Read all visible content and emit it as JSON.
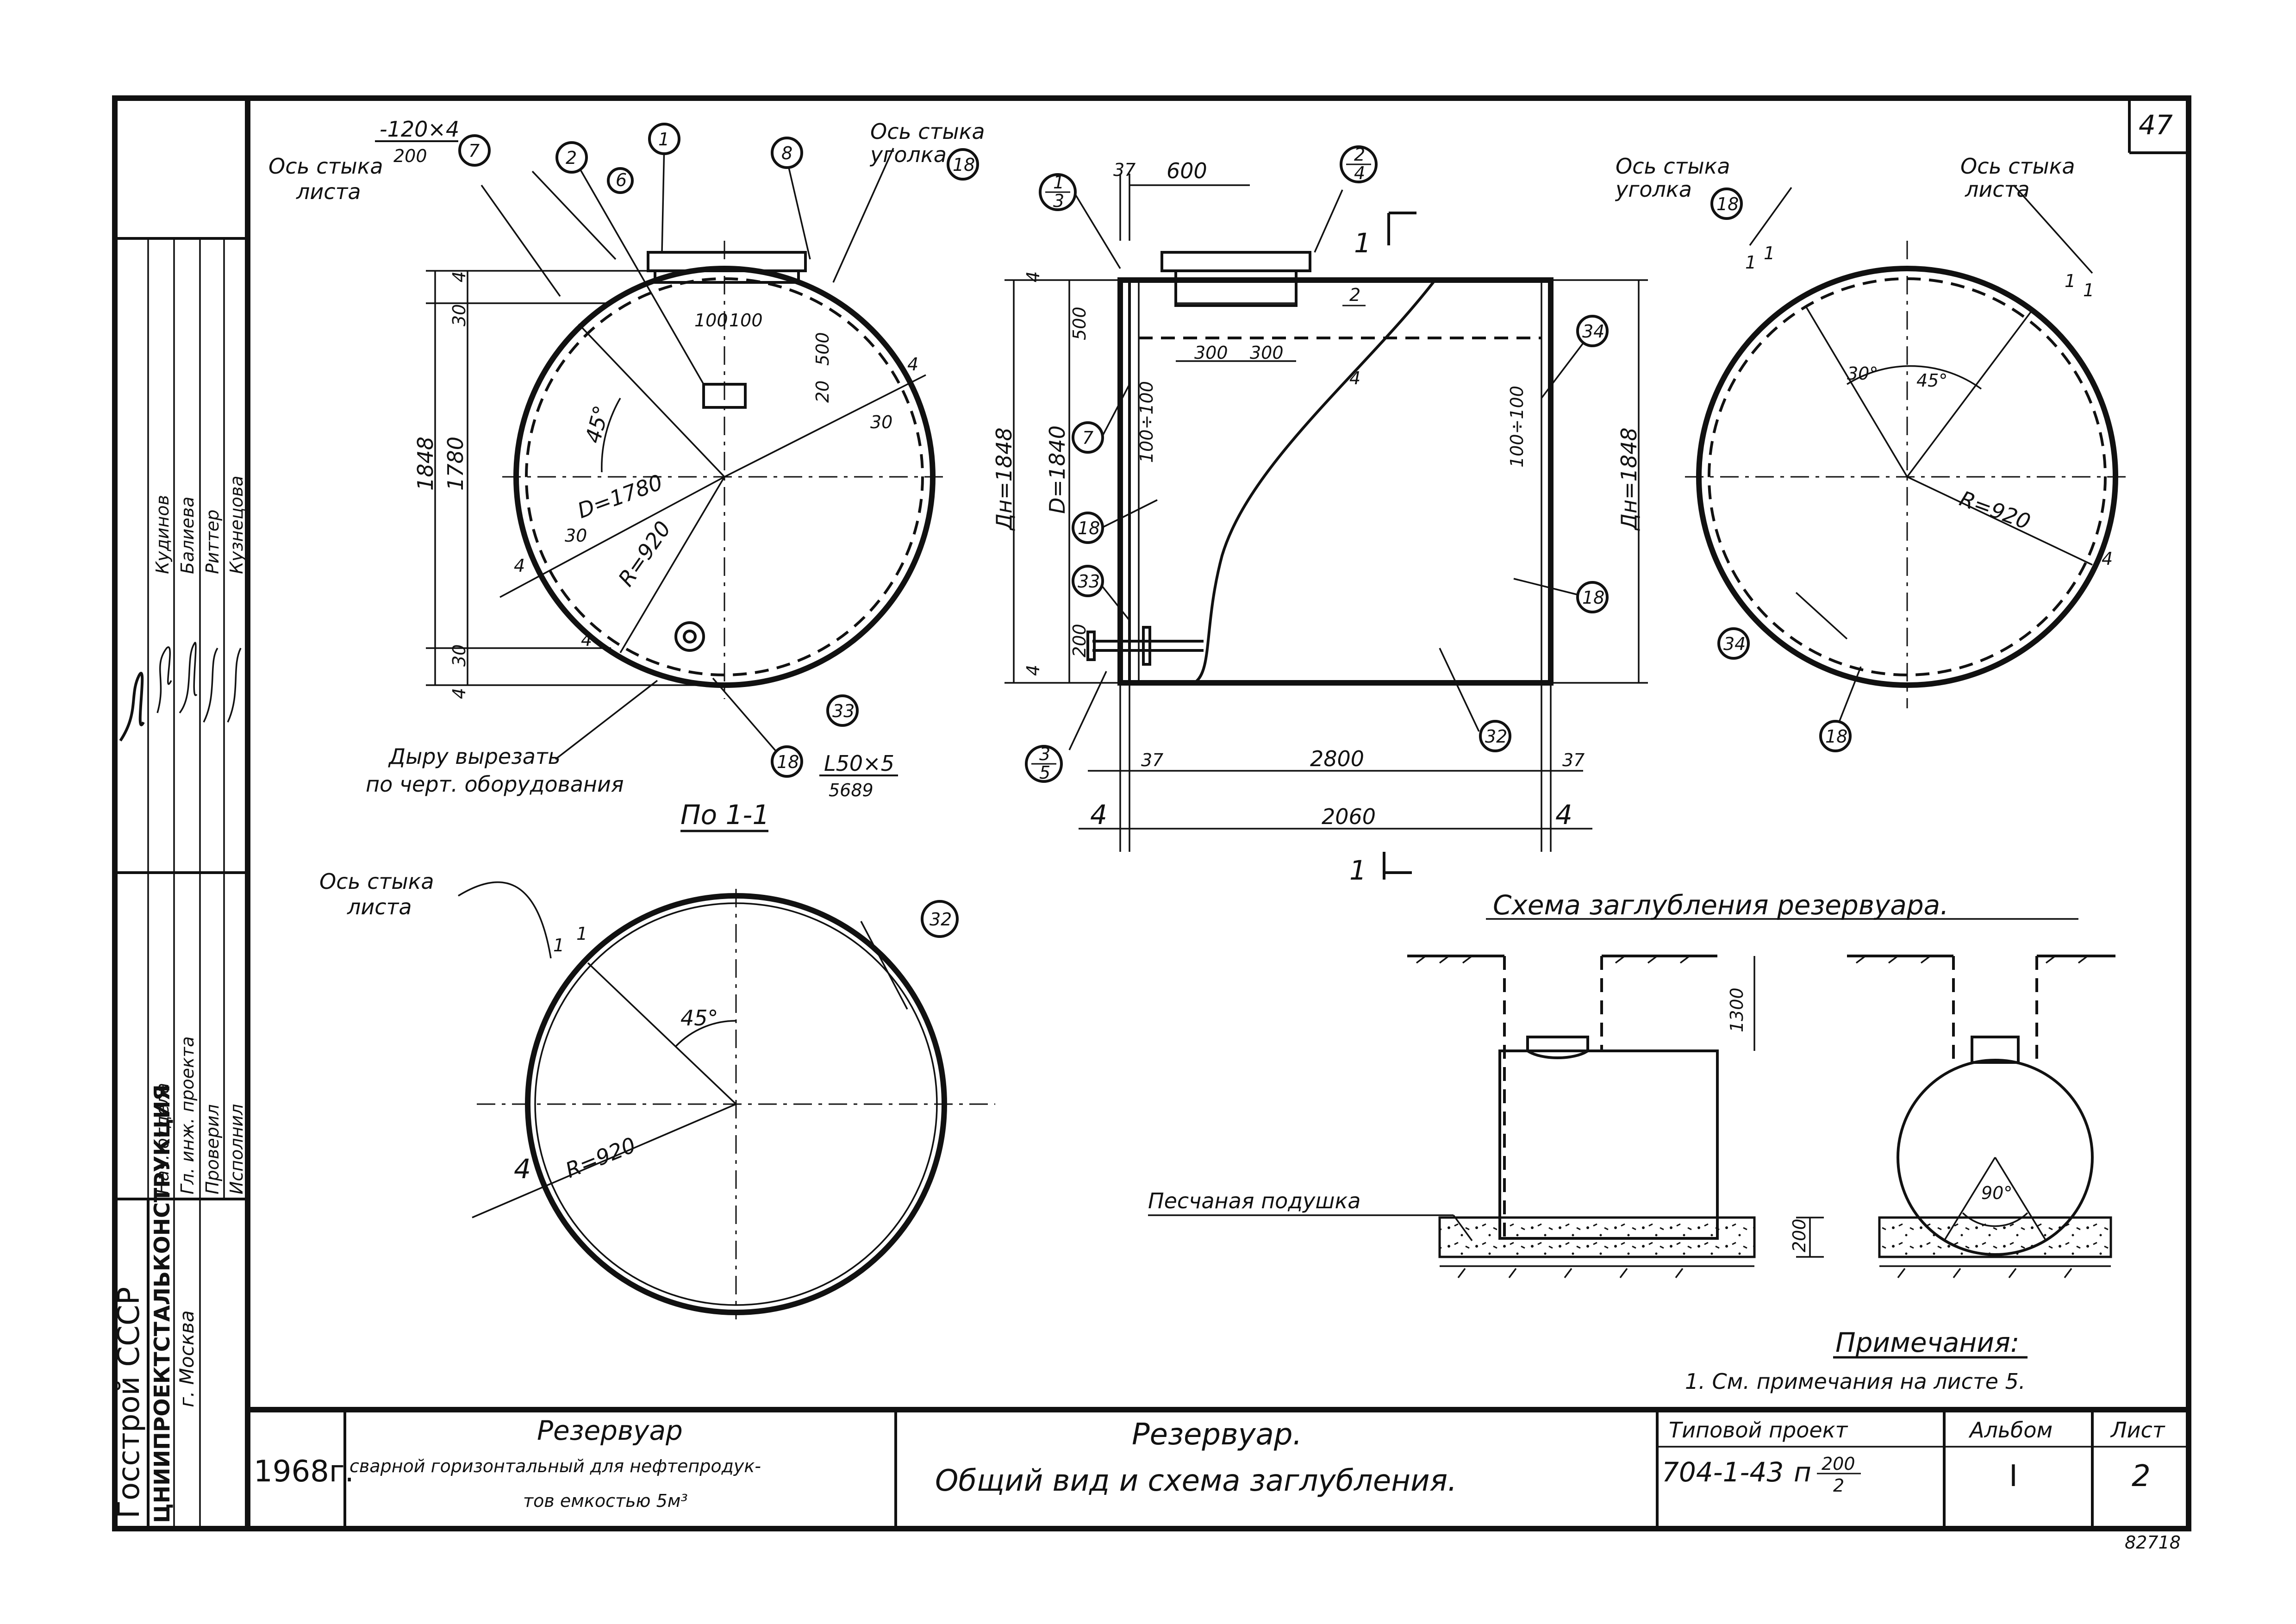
{
  "sheet_number": "47",
  "archive_number": "82718",
  "view_top_left": {
    "callouts": [
      "1",
      "2",
      "6",
      "7",
      "8",
      "18",
      "33"
    ],
    "plate_spec": [
      "-120×4",
      "200"
    ],
    "joint_sheet_axis": [
      "Ось стыка",
      "листа"
    ],
    "joint_angle_axis": [
      "Ось стыка",
      "уголка"
    ],
    "dims": [
      "1848",
      "1780",
      "30",
      "30",
      "4",
      "4",
      "100",
      "100",
      "20",
      "500",
      "30",
      "30",
      "4",
      "4",
      "4",
      "45°",
      "D=1780",
      "R=920"
    ],
    "angle_ref": "18",
    "angle_spec": [
      "L50×5",
      "5689"
    ],
    "cut_note": [
      "Дыру вырезать",
      "по черт. оборудования"
    ]
  },
  "view_top_middle": {
    "callouts": [
      "7",
      "18",
      "33",
      "18",
      "34",
      "32"
    ],
    "fractions": [
      [
        "1",
        "3"
      ],
      [
        "2",
        "4"
      ],
      [
        "3",
        "5"
      ],
      [
        "2",
        "4"
      ]
    ],
    "dims": [
      "37",
      "600",
      "500",
      "300",
      "300",
      "100÷100",
      "100÷100",
      "200",
      "4",
      "4",
      "Дн=1848",
      "D=1840",
      "Дн=1848",
      "37",
      "2800",
      "37",
      "2060",
      "4",
      "4"
    ],
    "section_mark": "1"
  },
  "section_label": "По 1-1",
  "view_top_right": {
    "joint_angle_axis": [
      "Ось стыка",
      "уголка"
    ],
    "joint_sheet_axis": [
      "Ось стыка",
      "листа"
    ],
    "callouts": [
      "18",
      "34",
      "18"
    ],
    "dims": [
      "30°",
      "45°",
      "R=920",
      "4",
      "1",
      "1",
      "1",
      "1"
    ]
  },
  "view_bottom_left": {
    "joint_sheet_axis": [
      "Ось стыка",
      "листа"
    ],
    "callout": "32",
    "dims": [
      "1",
      "1",
      "45°",
      "R=920",
      "4"
    ]
  },
  "burial_scheme": {
    "title": "Схема заглубления резервуара.",
    "dims": [
      "1300",
      "200",
      "90°"
    ],
    "sand_label": "Песчаная подушка"
  },
  "notes": {
    "title": "Примечания:",
    "items": [
      "1. См. примечания на листе 5."
    ]
  },
  "left_strip": {
    "org": [
      "Госстрой СССР",
      "ЦНИИПРОЕКТСТАЛЬКОНСТРУКЦИЯ",
      "г. Москва"
    ],
    "roles": [
      "Нач. отдела",
      "Гл. инж. проекта",
      "Проверил",
      "Исполнил"
    ],
    "names": [
      "Кудинов",
      "Балиева",
      "Риттер",
      "Кузнецова"
    ]
  },
  "title_block": {
    "year": "1968г.",
    "object_title": "Резервуар",
    "object_desc": [
      "сварной горизонтальный для нефтепродук-",
      "тов емкостью 5м³"
    ],
    "drawing_title": [
      "Резервуар.",
      "Общий вид и схема заглубления."
    ],
    "project_label": "Типовой проект",
    "project_code": "704-1-43",
    "project_frac": [
      "п",
      "200",
      "2"
    ],
    "album_label": "Альбом",
    "album_value": "I",
    "sheet_label": "Лист",
    "sheet_value": "2"
  }
}
